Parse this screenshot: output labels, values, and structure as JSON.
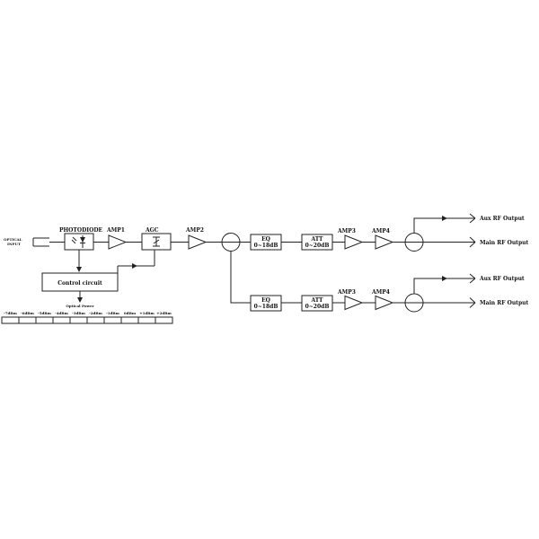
{
  "labels": {
    "optical_input_line1": "OPTICAL",
    "optical_input_line2": "INPUT",
    "photodiode": "PHOTODIODE",
    "amp1": "AMP1",
    "agc": "AGC",
    "amp2": "AMP2",
    "control_circuit": "Control circuit",
    "optical_power": "Optical Power",
    "eq_line1": "EQ",
    "eq_line2": "0~18dB",
    "att_line1": "ATT",
    "att_line2": "0~20dB",
    "amp3": "AMP3",
    "amp4": "AMP4",
    "aux_rf_output": "Aux RF Output",
    "main_rf_output": "Main RF Output"
  },
  "power_scale": [
    "-7dBm",
    "-6dBm",
    "-5dBm",
    "-4dBm",
    "-3dBm",
    "-2dBm",
    "-1dBm",
    "0dBm",
    "+1dBm",
    "+2dBm"
  ]
}
